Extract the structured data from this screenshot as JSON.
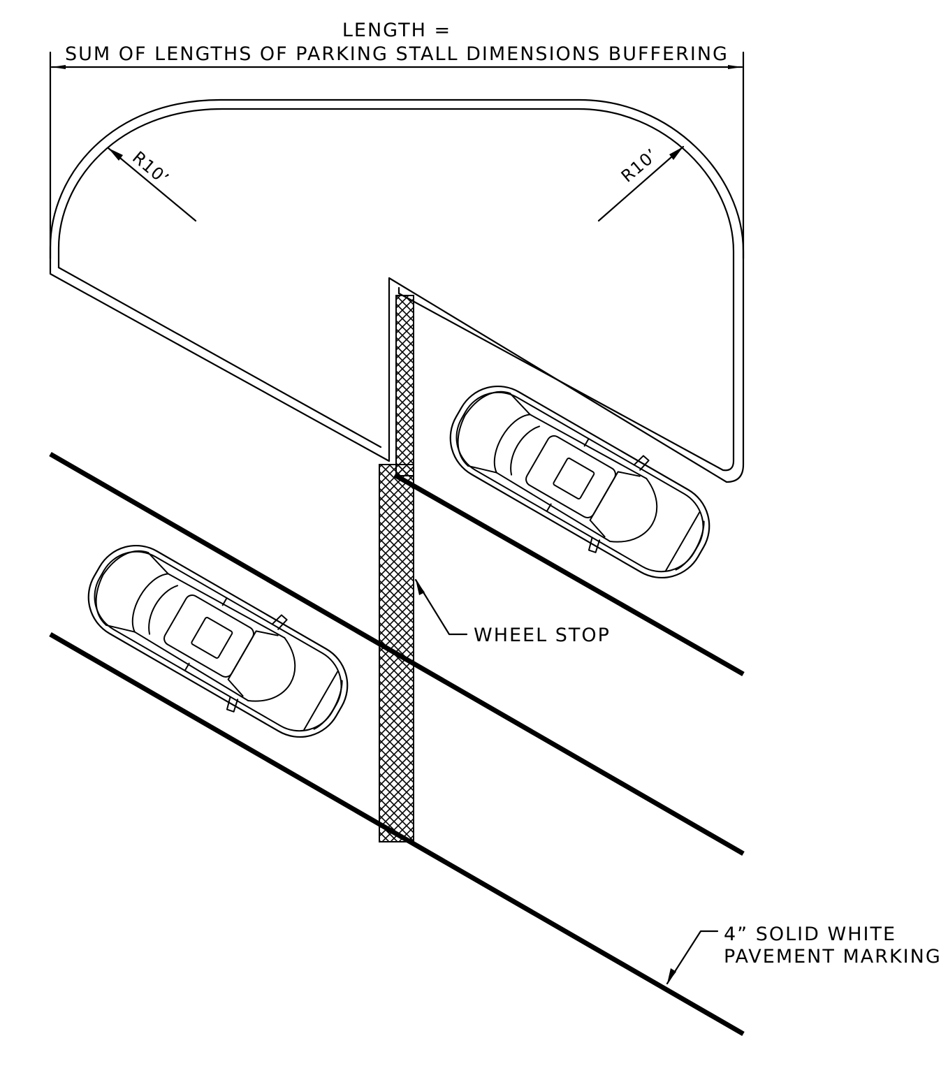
{
  "dimension": {
    "length_label": "LENGTH =",
    "length_description": "SUM OF LENGTHS OF PARKING STALL DIMENSIONS BUFFERING"
  },
  "radius_labels": {
    "left": "R10’",
    "right": "R10’"
  },
  "callouts": {
    "wheel_stop": "WHEEL STOP",
    "pavement_marking_line1": "4” SOLID WHITE",
    "pavement_marking_line2": "PAVEMENT MARKING"
  },
  "colors": {
    "linework": "#000000",
    "background": "#ffffff"
  }
}
